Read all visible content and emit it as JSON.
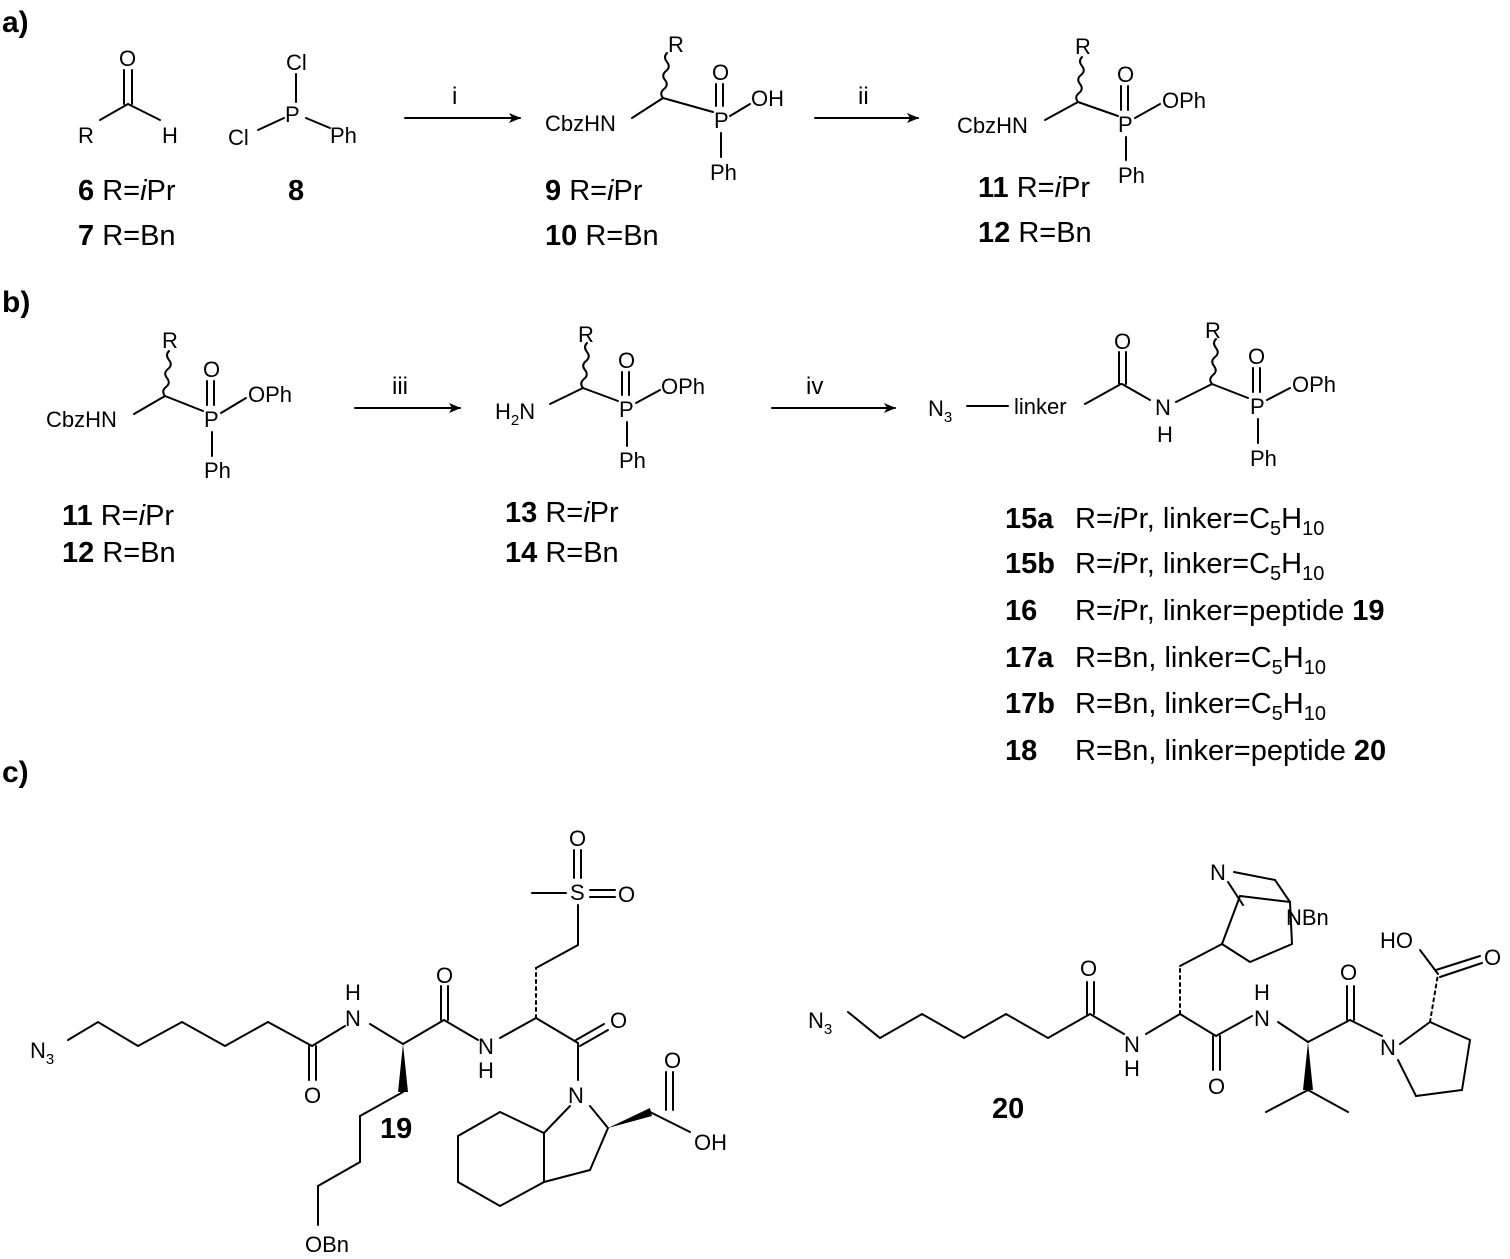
{
  "sections": {
    "a": "a)",
    "b": "b)",
    "c": "c)"
  },
  "reagents": {
    "i": "i",
    "ii": "ii",
    "iii": "iii",
    "iv": "iv"
  },
  "atoms": {
    "O": "O",
    "H": "H",
    "R": "R",
    "P": "P",
    "Cl": "Cl",
    "Ph": "Ph",
    "OH": "OH",
    "OPh": "OPh",
    "CbzHN": "CbzHN",
    "N": "N",
    "HO": "HO",
    "S": "S",
    "OBn": "OBn",
    "NBn": "NBn",
    "linker": "linker"
  },
  "compounds": {
    "c6": {
      "num": "6",
      "r": "R=",
      "ri": "i",
      "rs": "Pr"
    },
    "c7": {
      "num": "7",
      "r": "R=Bn"
    },
    "c8": {
      "num": "8"
    },
    "c9": {
      "num": "9",
      "r": "R=",
      "ri": "i",
      "rs": "Pr"
    },
    "c10": {
      "num": "10",
      "r": "R=Bn"
    },
    "c11": {
      "num": "11",
      "r": "R=",
      "ri": "i",
      "rs": "Pr"
    },
    "c12": {
      "num": "12",
      "r": "R=Bn"
    },
    "c13": {
      "num": "13",
      "r": "R=",
      "ri": "i",
      "rs": "Pr"
    },
    "c14": {
      "num": "14",
      "r": "R=Bn"
    },
    "c19": {
      "num": "19"
    },
    "c20": {
      "num": "20"
    }
  },
  "list15": [
    {
      "num": "15a",
      "r": "R=",
      "ri": "i",
      "rs": "Pr, linker=C",
      "sub1": "5",
      "mid": "H",
      "sub2": "10",
      "tail": "",
      "tailb": ""
    },
    {
      "num": "15b",
      "r": "R=",
      "ri": "i",
      "rs": "Pr, linker=C",
      "sub1": "5",
      "mid": "H",
      "sub2": "10",
      "tail": "",
      "tailb": ""
    },
    {
      "num": "16",
      "r": "R=",
      "ri": "i",
      "rs": "Pr, linker=peptide ",
      "sub1": "",
      "mid": "",
      "sub2": "",
      "tail": "",
      "tailb": "19"
    },
    {
      "num": "17a",
      "r": "R=Bn, linker=C",
      "ri": "",
      "rs": "",
      "sub1": "5",
      "mid": "H",
      "sub2": "10",
      "tail": "",
      "tailb": ""
    },
    {
      "num": "17b",
      "r": "R=Bn, linker=C",
      "ri": "",
      "rs": "",
      "sub1": "5",
      "mid": "H",
      "sub2": "10",
      "tail": "",
      "tailb": ""
    },
    {
      "num": "18",
      "r": "R=Bn, linker=peptide ",
      "ri": "",
      "rs": "",
      "sub1": "",
      "mid": "",
      "sub2": "",
      "tail": "",
      "tailb": "20"
    }
  ],
  "n3": {
    "n": "N",
    "sub": "3"
  },
  "h2n": {
    "h": "H",
    "sub": "2",
    "n": "N"
  }
}
